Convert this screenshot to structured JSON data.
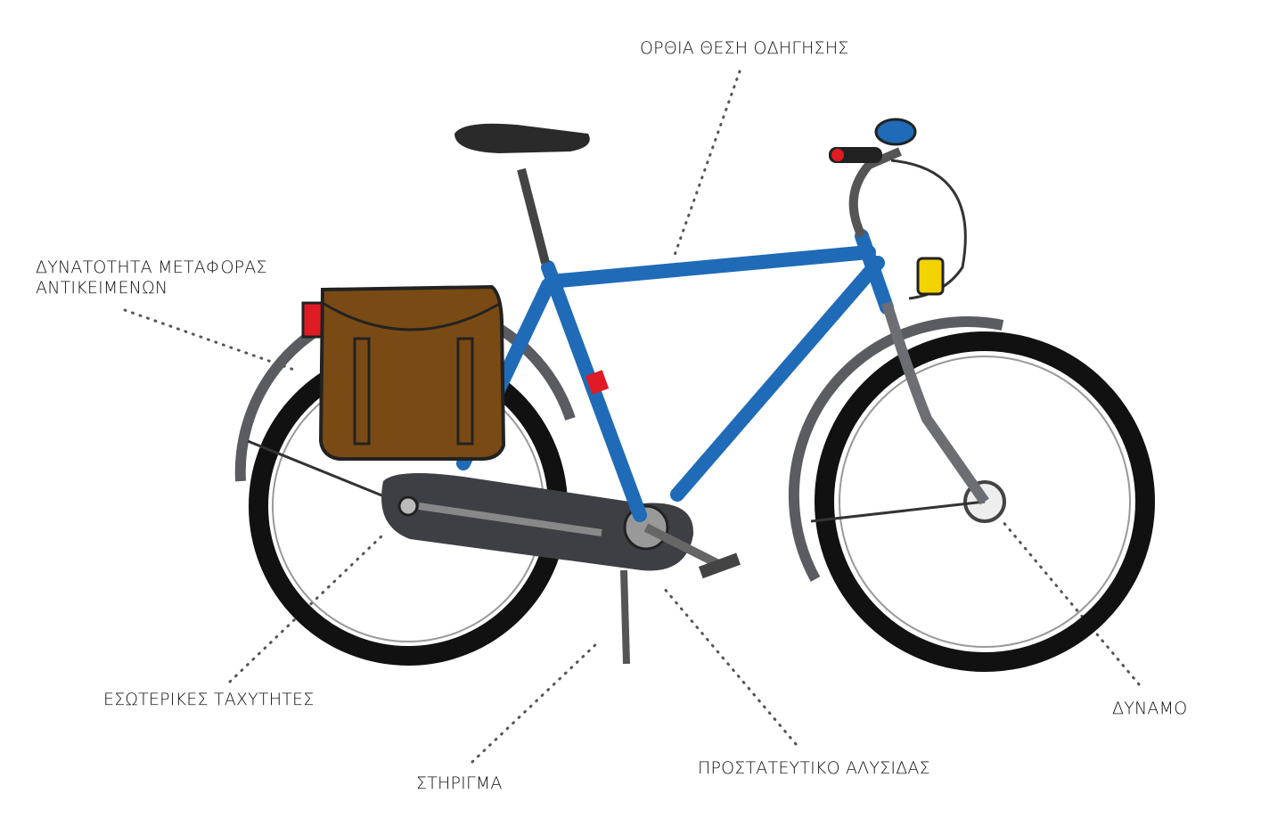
{
  "labels": {
    "upright_position": "ΟΡΘΙΑ ΘΕΣΗ ΟΔΗΓΗΣΗΣ",
    "cargo_line1": "ΔΥΝΑΤΟΤΗΤΑ ΜΕΤΑΦΟΡΑΣ",
    "cargo_line2": "ΑΝΤΙΚΕΙΜΕΝΩΝ",
    "internal_gears": "ΕΣΩΤΕΡΙΚΕΣ ΤΑΧΥΤΗΤΕΣ",
    "kickstand": "ΣΤΗΡΙΓΜΑ",
    "chain_guard": "ΠΡΟΣΤΑΤΕΥΤΙΚΟ ΑΛΥΣΙΔΑΣ",
    "dynamo": "ΔΥΝΑΜΟ"
  },
  "colors": {
    "frame": "#1f6bb8",
    "bag": "#7a4a14",
    "tire": "#111111",
    "guard": "#3d3f44",
    "reflector": "#e01b24",
    "light": "#f2d200"
  }
}
